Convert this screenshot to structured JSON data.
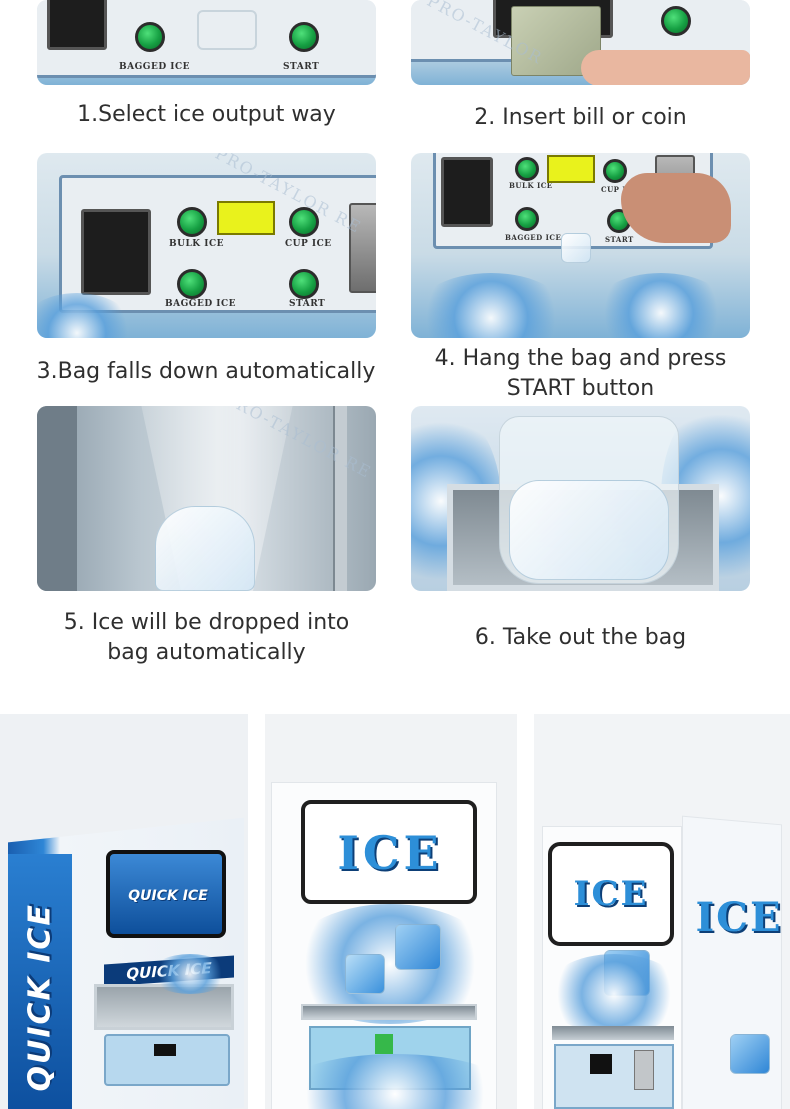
{
  "steps": [
    {
      "caption": "1.Select ice output way"
    },
    {
      "caption": "2. Insert bill or coin"
    },
    {
      "caption": "3.Bag falls down automatically"
    },
    {
      "caption_line1": "4. Hang the bag and press",
      "caption_line2": "START button"
    },
    {
      "caption_line1": "5. Ice will be dropped into",
      "caption_line2": "bag automatically"
    },
    {
      "caption": "6. Take out the bag"
    }
  ],
  "panel_labels": {
    "bagged_ice": "BAGGED ICE",
    "start": "START",
    "bulk_ice": "BULK ICE",
    "cup_ice": "CUP ICE"
  },
  "machines": {
    "quick_ice_top": "QUICK ICE",
    "quick_ice_mid": "QUICK ICE",
    "quick_ice_side": "QUICK ICE",
    "ice_sign_1": "ICE",
    "ice_sign_2": "ICE",
    "ice_sign_3": "ICE"
  },
  "colors": {
    "button_green": "#16a043",
    "lcd_yellow": "#e9f21c",
    "ice_blue": "#2d8fd8",
    "panel_border": "#6c8fb0"
  }
}
